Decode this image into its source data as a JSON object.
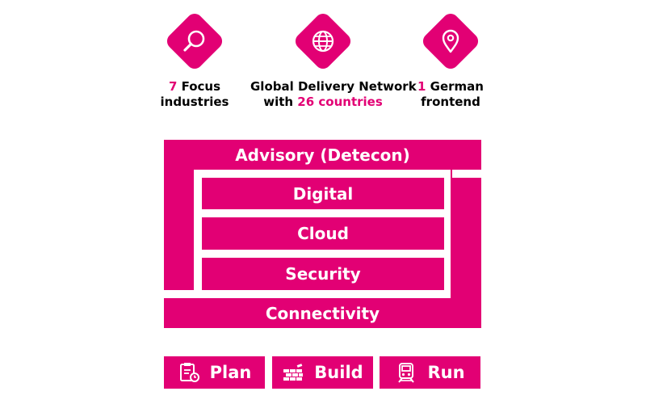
{
  "colors": {
    "accent": "#e20074",
    "background": "#ffffff",
    "text": "#000000"
  },
  "features": [
    {
      "icon": "search-icon",
      "number": "7",
      "line1_rest": " Focus",
      "line2": "industries"
    },
    {
      "icon": "globe-icon",
      "line1": "Global Delivery Network",
      "line2_pre": "with ",
      "number": "26 countries"
    },
    {
      "icon": "location-pin-icon",
      "number": "1",
      "line1_rest": " German",
      "line2": "frontend"
    }
  ],
  "layers": {
    "advisory": "Advisory (Detecon)",
    "digital": "Digital",
    "cloud": "Cloud",
    "security": "Security",
    "connectivity": "Connectivity"
  },
  "actions": [
    {
      "icon": "clipboard-checklist-icon",
      "label": "Plan"
    },
    {
      "icon": "brick-wall-icon",
      "label": "Build"
    },
    {
      "icon": "train-icon",
      "label": "Run"
    }
  ]
}
